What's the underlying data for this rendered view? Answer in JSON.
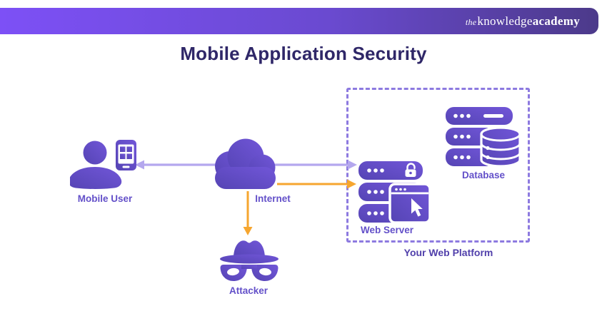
{
  "header": {
    "logo_the": "the",
    "logo_knowledge": "knowledge",
    "logo_academy": "academy"
  },
  "title": "Mobile Application Security",
  "labels": {
    "mobile_user": "Mobile User",
    "internet": "Internet",
    "attacker": "Attacker",
    "web_server": "Web Server",
    "database": "Database",
    "platform": "Your Web Platform"
  },
  "icons": {
    "mobile_user": "person-with-smartphone-icon",
    "internet": "cloud-icon",
    "attacker": "spy-hat-and-mask-icon",
    "web_server": "server-stack-with-lock-and-browser-icon",
    "database": "server-stack-with-database-cylinder-icon"
  },
  "connections": [
    {
      "from": "mobile_user",
      "to": "web_server",
      "style": "double-headed-arrow",
      "color": "#b4a7ee"
    },
    {
      "from": "internet",
      "to": "web_server",
      "style": "arrow",
      "color": "#f6a62f"
    },
    {
      "from": "internet",
      "to": "attacker",
      "style": "arrow",
      "color": "#f6a62f"
    }
  ],
  "colors": {
    "header_gradient_start": "#7d50f6",
    "header_gradient_end": "#4c3a8a",
    "title_text": "#2f2768",
    "icon_purple_dark": "#5544b4",
    "icon_purple_light": "#7156d8",
    "label_text": "#6350c9",
    "platform_label_text": "#5140ab",
    "dashed_border": "#8d7ae0",
    "arrow_orange": "#f6a62f",
    "arrow_lavender": "#b4a7ee"
  }
}
